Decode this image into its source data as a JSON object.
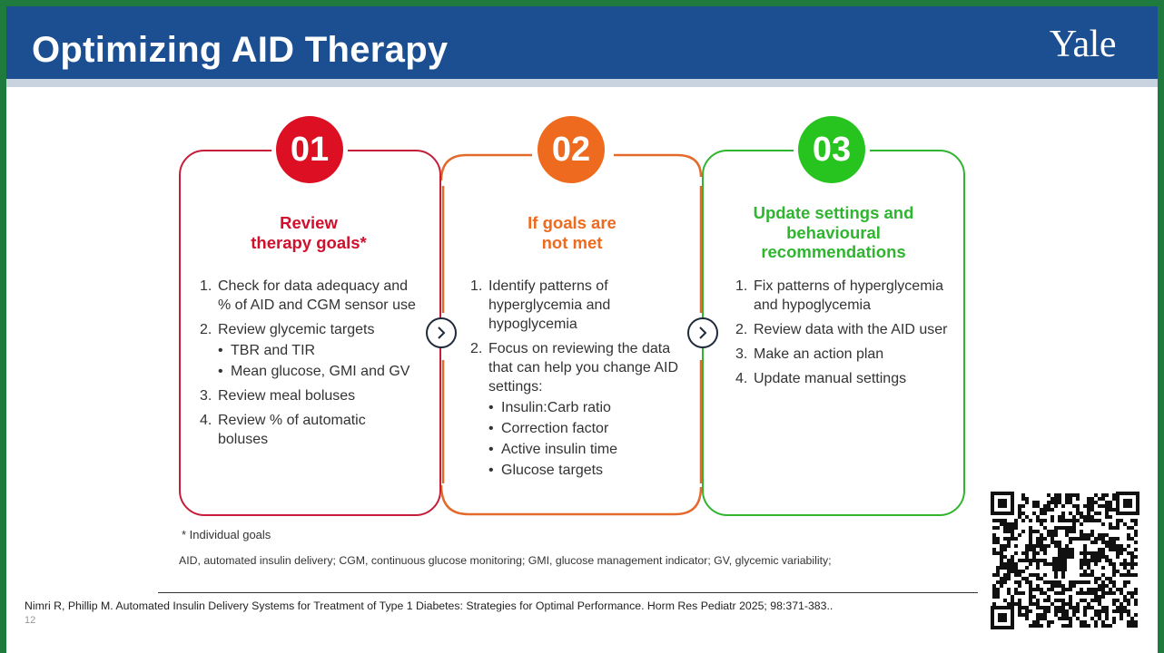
{
  "header": {
    "title": "Optimizing AID Therapy",
    "logo": "Yale"
  },
  "steps": [
    {
      "number": "01",
      "heading": [
        "Review",
        "therapy goals*"
      ],
      "items": [
        {
          "n": "1.",
          "text": "Check for data adequacy and % of AID and CGM sensor use",
          "sub": []
        },
        {
          "n": "2.",
          "text": "Review glycemic targets",
          "sub": [
            "TBR and TIR",
            "Mean glucose, GMI and GV"
          ]
        },
        {
          "n": "3.",
          "text": "Review meal boluses",
          "sub": []
        },
        {
          "n": "4.",
          "text": "Review % of automatic boluses",
          "sub": []
        }
      ]
    },
    {
      "number": "02",
      "heading": [
        "If goals are",
        "not met"
      ],
      "items": [
        {
          "n": "1.",
          "text": "Identify patterns of hyperglycemia and hypoglycemia",
          "sub": []
        },
        {
          "n": "2.",
          "text": "Focus on reviewing the data that can help you change AID settings:",
          "sub": [
            "Insulin:Carb ratio",
            "Correction factor",
            "Active insulin time",
            "Glucose targets"
          ]
        }
      ]
    },
    {
      "number": "03",
      "heading": [
        "Update settings and",
        "behavioural",
        "recommendations"
      ],
      "items": [
        {
          "n": "1.",
          "text": "Fix patterns of hyperglycemia and hypoglycemia",
          "sub": []
        },
        {
          "n": "2.",
          "text": "Review data with the AID user",
          "sub": []
        },
        {
          "n": "3.",
          "text": "Make an action plan",
          "sub": []
        },
        {
          "n": "4.",
          "text": "Update manual settings",
          "sub": []
        }
      ]
    }
  ],
  "footnote": "* Individual goals",
  "abbreviations": "AID, automated insulin delivery; CGM, continuous glucose monitoring; GMI, glucose management indicator; GV, glycemic variability;",
  "citation": "Nimri R, Phillip M.  Automated Insulin Delivery Systems for Treatment of Type 1 Diabetes: Strategies for Optimal Performance.  Horm Res Pediatr 2025; 98:371-383..",
  "page_number": "12",
  "colors": {
    "header": "#1b4f91",
    "step1": "#dd0f22",
    "step2": "#ee6a1e",
    "step3": "#27c41f"
  },
  "icons": {
    "arrow": "chevron-right-icon",
    "qr": "qr-code-icon"
  }
}
